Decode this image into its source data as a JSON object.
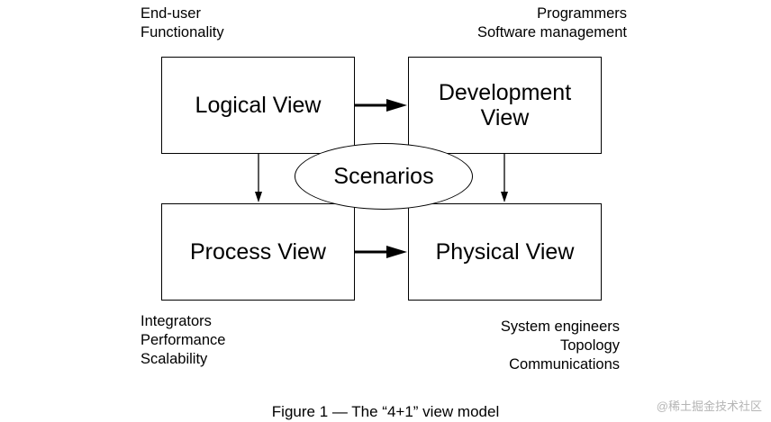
{
  "notes": {
    "top_left": [
      "End-user",
      "Functionality"
    ],
    "top_right": [
      "Programmers",
      "Software management"
    ],
    "bottom_left": [
      "Integrators",
      "Performance",
      "Scalability"
    ],
    "bottom_right": [
      "System engineers",
      "Topology",
      "Communications"
    ]
  },
  "views": {
    "logical": "Logical View",
    "development": [
      "Development",
      "View"
    ],
    "process": "Process View",
    "physical": "Physical View"
  },
  "scenarios": "Scenarios",
  "caption": "Figure 1 — The “4+1” view model",
  "watermark": "@稀土掘金技术社区"
}
